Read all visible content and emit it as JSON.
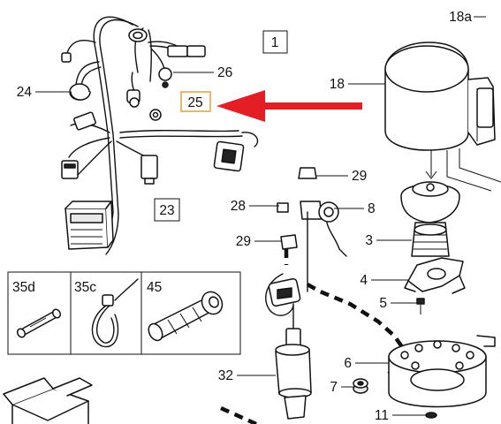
{
  "callouts": {
    "c1": "1",
    "c3": "3",
    "c4": "4",
    "c5": "5",
    "c6": "6",
    "c7": "7",
    "c8": "8",
    "c11": "11",
    "c18": "18",
    "c18a": "18a",
    "c23": "23",
    "c24": "24",
    "c25": "25",
    "c26": "26",
    "c28": "28",
    "c29a": "29",
    "c29b": "29",
    "c32": "32",
    "c35c": "35c",
    "c35d": "35d",
    "c45": "45"
  },
  "colors": {
    "arrow": "#e31e24",
    "highlight_box": "#e0a23a",
    "ink": "#111111"
  }
}
